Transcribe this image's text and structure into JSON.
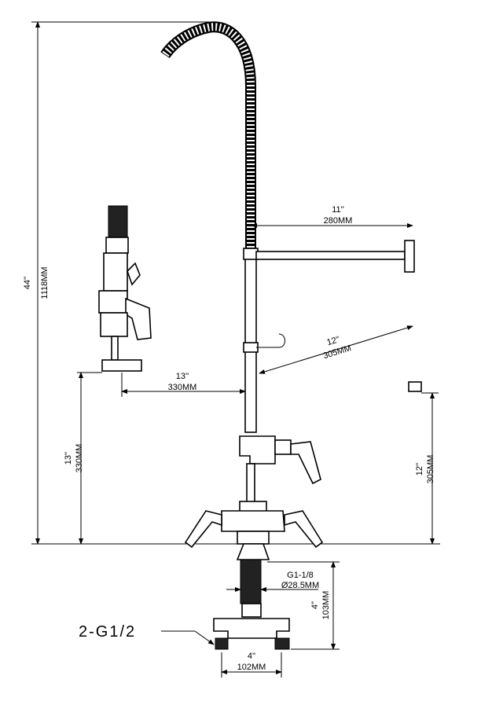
{
  "dimensions": {
    "overall_height": {
      "inch": "44''",
      "mm": "1118MM"
    },
    "wall_bracket_reach": {
      "inch": "11''",
      "mm": "280MM"
    },
    "spout_reach": {
      "inch": "12''",
      "mm": "305MM"
    },
    "sprayer_offset": {
      "inch": "13''",
      "mm": "330MM"
    },
    "sprayer_height": {
      "inch": "13''",
      "mm": "330MM"
    },
    "spout_height": {
      "inch": "12''",
      "mm": "305MM"
    },
    "shank_thread": {
      "thread": "G1-1/8",
      "diameter": "Ø28.5MM"
    },
    "shank_length": {
      "inch": "4''",
      "mm": "103MM"
    },
    "inlet_spacing": {
      "inch": "4''",
      "mm": "102MM"
    }
  },
  "callouts": {
    "inlets": "2-G1/2"
  }
}
